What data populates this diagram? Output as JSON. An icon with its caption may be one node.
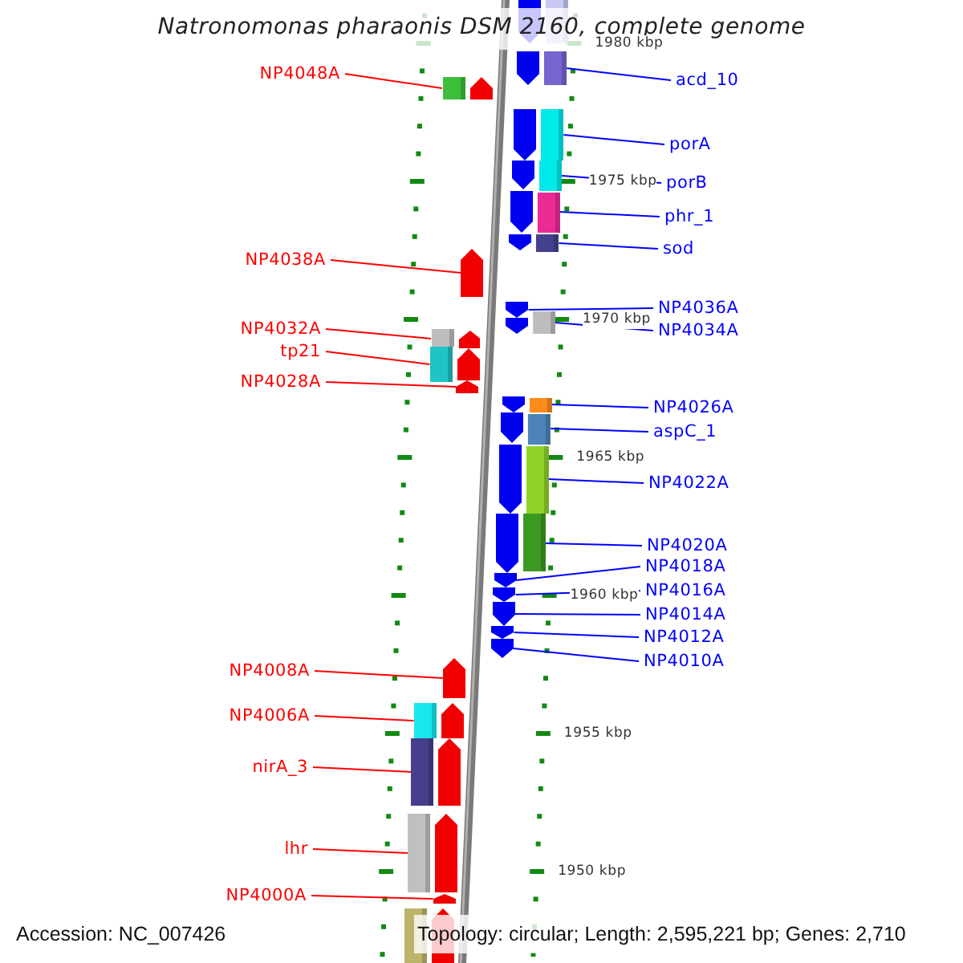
{
  "diagram": {
    "title": "Natronomonas pharaonis DSM 2160, complete genome",
    "nodes": [
      {
        "text": [],
        "shape": "arrow"
      },
      {
        "text": [
          "NP4048A"
        ]
      },
      {
        "text": [],
        "shape": "arrow"
      },
      {
        "text": [
          "acd_10"
        ]
      },
      {
        "text": [],
        "shape": "arrow"
      },
      {
        "text": [
          "porA"
        ]
      },
      {
        "text": [],
        "shape": "arrow"
      },
      {
        "text": [
          "porB"
        ]
      },
      {
        "text": [],
        "shape": "arrow"
      },
      {
        "text": [
          "phr_1"
        ]
      },
      {
        "text": [],
        "shape": "arrow"
      },
      {
        "text": [
          "sod"
        ]
      },
      {
        "text": [],
        "shape": "arrow"
      },
      {
        "text": [
          "NP4038A"
        ]
      },
      {
        "text": [],
        "shape": "arrow"
      },
      {
        "text": [
          "NP4036A"
        ]
      },
      {
        "text": [],
        "shape": "arrow"
      },
      {
        "text": [
          "NP4034A"
        ]
      },
      {
        "text": [],
        "shape": "arrow"
      },
      {
        "text": [
          "NP4032A"
        ]
      },
      {
        "text": [],
        "shape": "arrow"
      },
      {
        "text": [
          "tp21"
        ]
      },
      {
        "text": [],
        "shape": "arrow"
      },
      {
        "text": [
          "NP4028A"
        ]
      },
      {
        "text": [],
        "shape": "arrow"
      },
      {
        "text": [
          "NP4026A"
        ]
      },
      {
        "text": [],
        "shape": "arrow"
      },
      {
        "text": [
          "aspC_1"
        ]
      },
      {
        "text": [],
        "shape": "arrow"
      },
      {
        "text": [
          "NP4022A"
        ]
      },
      {
        "text": [],
        "shape": "arrow"
      },
      {
        "text": [
          "NP4020A"
        ]
      },
      {
        "text": [],
        "shape": "arrow"
      },
      {
        "text": [
          "NP4018A"
        ]
      },
      {
        "text": [],
        "shape": "arrow"
      },
      {
        "text": [
          "NP4016A"
        ]
      },
      {
        "text": [],
        "shape": "arrow"
      },
      {
        "text": [
          "NP4014A"
        ]
      },
      {
        "text": [],
        "shape": "arrow"
      },
      {
        "text": [
          "NP4012A"
        ]
      },
      {
        "text": [],
        "shape": "arrow"
      },
      {
        "text": [
          "NP4010A"
        ]
      },
      {
        "text": [],
        "shape": "arrow"
      },
      {
        "text": [
          "NP4008A"
        ]
      },
      {
        "text": [],
        "shape": "arrow"
      },
      {
        "text": [
          "NP4006A"
        ]
      },
      {
        "text": [],
        "shape": "arrow"
      },
      {
        "text": [
          "nirA_3"
        ]
      },
      {
        "text": [],
        "shape": "arrow"
      },
      {
        "text": [
          "lhr"
        ]
      },
      {
        "text": [],
        "shape": "arrow"
      },
      {
        "text": [
          "NP4000A"
        ]
      },
      {
        "text": [],
        "shape": "arrow"
      },
      {
        "text": [],
        "shape": "arrow"
      }
    ],
    "edges": [
      {
        "from": 1,
        "to": 2,
        "arrow": "none",
        "color": "#ff0000"
      },
      {
        "from": 3,
        "to": 4,
        "arrow": "none"
      },
      {
        "from": 5,
        "to": 6,
        "arrow": "none"
      },
      {
        "from": 7,
        "to": 8,
        "arrow": "none"
      },
      {
        "from": 9,
        "to": 10,
        "arrow": "none"
      },
      {
        "from": 11,
        "to": 12,
        "arrow": "none"
      },
      {
        "from": 13,
        "to": 14,
        "arrow": "none",
        "color": "#ff0000"
      },
      {
        "from": 15,
        "to": 16,
        "arrow": "none"
      },
      {
        "from": 17,
        "to": 18,
        "arrow": "none"
      },
      {
        "from": 19,
        "to": 20,
        "arrow": "none",
        "color": "#ff0000"
      },
      {
        "from": 21,
        "to": 22,
        "arrow": "none",
        "color": "#ff0000"
      },
      {
        "from": 23,
        "to": 24,
        "arrow": "none",
        "color": "#ff0000"
      },
      {
        "from": 25,
        "to": 26,
        "arrow": "none"
      },
      {
        "from": 27,
        "to": 28,
        "arrow": "none"
      },
      {
        "from": 29,
        "to": 30,
        "arrow": "none"
      },
      {
        "from": 31,
        "to": 32,
        "arrow": "none"
      },
      {
        "from": 33,
        "to": 34,
        "arrow": "none"
      },
      {
        "from": 35,
        "to": 36,
        "arrow": "none"
      },
      {
        "from": 37,
        "to": 38,
        "arrow": "none"
      },
      {
        "from": 39,
        "to": 40,
        "arrow": "none"
      },
      {
        "from": 41,
        "to": 42,
        "arrow": "none"
      },
      {
        "from": 43,
        "to": 44,
        "arrow": "none",
        "color": "#ff0000"
      },
      {
        "from": 45,
        "to": 46,
        "arrow": "none",
        "color": "#ff0000"
      },
      {
        "from": 47,
        "to": 48,
        "arrow": "none",
        "color": "#ff0000"
      },
      {
        "from": 49,
        "to": 50,
        "arrow": "none",
        "color": "#ff0000"
      },
      {
        "from": 51,
        "to": 52,
        "arrow": "none",
        "color": "#ff0000"
      }
    ],
    "labels": [
      "1980 kbp",
      "1975 kbp",
      "1970 kbp",
      "1965 kbp",
      "1960 kbp",
      "1955 kbp",
      "1950 kbp",
      "Accession: NC_007426",
      "Topology: circular; Length: 2,595,221 bp; Genes: 2,710"
    ]
  }
}
